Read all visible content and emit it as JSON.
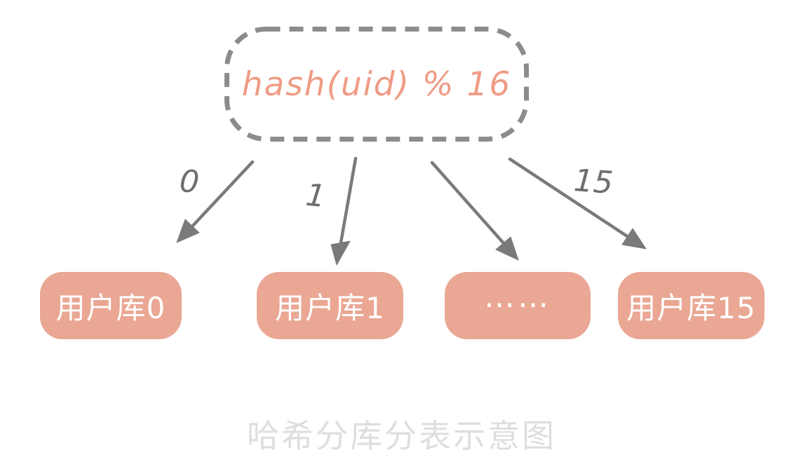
{
  "diagram": {
    "hash_node": {
      "label": "hash(uid) % 16"
    },
    "arrow_labels": [
      "0",
      "1",
      "",
      "15"
    ],
    "shards": [
      {
        "label": "用户库0"
      },
      {
        "label": "用户库1"
      },
      {
        "label": "……"
      },
      {
        "label": "用户库15"
      }
    ],
    "caption": "哈希分库分表示意图",
    "colors": {
      "shard_fill": "#eaa794",
      "shard_text": "#ffffff",
      "hash_text": "#ef9c86",
      "dashed_border": "#8c8c8c",
      "arrow": "#7a7a7a",
      "arrow_label": "#6e6e6e",
      "caption": "#dedede",
      "background": "#ffffff"
    }
  }
}
